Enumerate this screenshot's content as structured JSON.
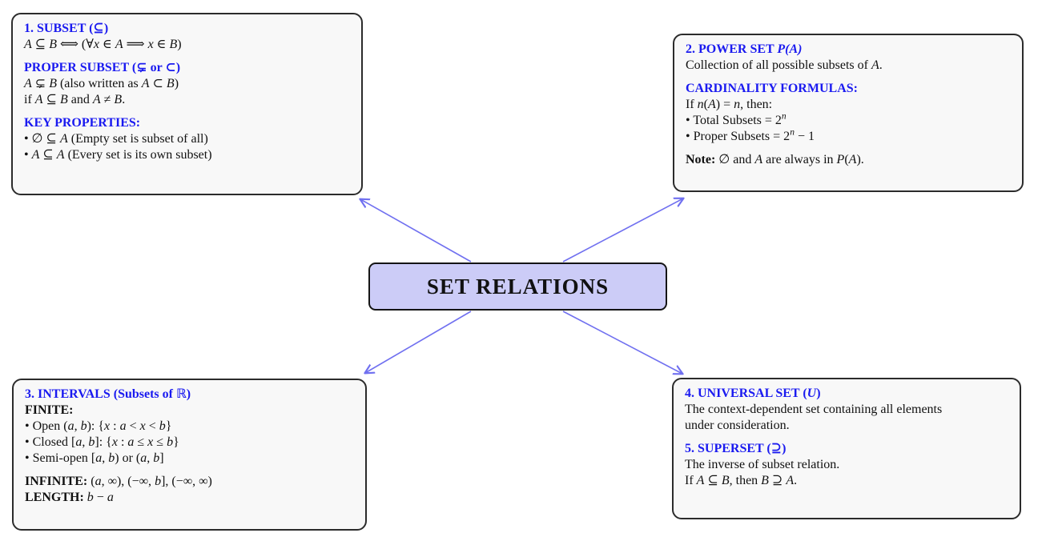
{
  "diagram": {
    "center": {
      "label": "SET RELATIONS"
    },
    "colors": {
      "arrow": "#7070f0",
      "center_fill": "#ccccf7",
      "center_border": "#151515",
      "box_fill": "#f8f8f8",
      "box_border": "#2b2b2b",
      "heading": "#1a1af0",
      "text": "#111111"
    },
    "boxes": [
      {
        "id": "subset",
        "lines": [
          {
            "runs": [
              [
                "1. SUBSET (⊆)",
                "h"
              ]
            ]
          },
          {
            "runs": [
              [
                "A",
                "i"
              ],
              [
                " ⊆ ",
                ""
              ],
              [
                "B",
                "i"
              ],
              [
                "  ⟺  (∀",
                ""
              ],
              [
                "x",
                "i"
              ],
              [
                " ∈ ",
                ""
              ],
              [
                "A",
                "i"
              ],
              [
                "  ⟹  ",
                ""
              ],
              [
                "x",
                "i"
              ],
              [
                " ∈ ",
                ""
              ],
              [
                "B",
                "i"
              ],
              [
                ")",
                ""
              ]
            ]
          },
          {
            "gap": true,
            "runs": [
              [
                "PROPER SUBSET (⊊ or ⊂)",
                "h"
              ]
            ]
          },
          {
            "runs": [
              [
                "A",
                "i"
              ],
              [
                " ⊊ ",
                ""
              ],
              [
                "B",
                "i"
              ],
              [
                " (also written as ",
                ""
              ],
              [
                "A",
                "i"
              ],
              [
                " ⊂ ",
                ""
              ],
              [
                "B",
                "i"
              ],
              [
                ")",
                ""
              ]
            ]
          },
          {
            "runs": [
              [
                "if ",
                ""
              ],
              [
                "A",
                "i"
              ],
              [
                " ⊆ ",
                ""
              ],
              [
                "B",
                "i"
              ],
              [
                " and ",
                ""
              ],
              [
                "A",
                "i"
              ],
              [
                " ≠ ",
                ""
              ],
              [
                "B",
                "i"
              ],
              [
                ".",
                ""
              ]
            ]
          },
          {
            "gap": true,
            "runs": [
              [
                "KEY PROPERTIES:",
                "h"
              ]
            ]
          },
          {
            "runs": [
              [
                "• ∅ ⊆ ",
                ""
              ],
              [
                "A",
                "i"
              ],
              [
                " (Empty set is subset of all)",
                ""
              ]
            ]
          },
          {
            "runs": [
              [
                "• ",
                ""
              ],
              [
                "A",
                "i"
              ],
              [
                " ⊆ ",
                ""
              ],
              [
                "A",
                "i"
              ],
              [
                " (Every set is its own subset)",
                ""
              ]
            ]
          }
        ]
      },
      {
        "id": "powerset",
        "lines": [
          {
            "runs": [
              [
                "2. POWER SET ",
                "h"
              ],
              [
                "P(A)",
                "hi"
              ]
            ]
          },
          {
            "runs": [
              [
                "Collection of all possible subsets of ",
                ""
              ],
              [
                "A",
                "i"
              ],
              [
                ".",
                ""
              ]
            ]
          },
          {
            "gap": true,
            "runs": [
              [
                "CARDINALITY FORMULAS:",
                "h"
              ]
            ]
          },
          {
            "runs": [
              [
                "If ",
                ""
              ],
              [
                "n",
                "i"
              ],
              [
                "(",
                ""
              ],
              [
                "A",
                "i"
              ],
              [
                ") = ",
                ""
              ],
              [
                "n",
                "i"
              ],
              [
                ", then:",
                ""
              ]
            ]
          },
          {
            "runs": [
              [
                "• Total Subsets = 2",
                ""
              ],
              [
                "n",
                "p"
              ]
            ]
          },
          {
            "runs": [
              [
                "• Proper Subsets = 2",
                ""
              ],
              [
                "n",
                "p"
              ],
              [
                " − 1",
                ""
              ]
            ]
          },
          {
            "gap": true,
            "runs": [
              [
                "Note: ",
                "b"
              ],
              [
                "∅ and ",
                ""
              ],
              [
                "A",
                "i"
              ],
              [
                " are always in ",
                ""
              ],
              [
                "P",
                "i"
              ],
              [
                "(",
                ""
              ],
              [
                "A",
                "i"
              ],
              [
                ").",
                ""
              ]
            ]
          }
        ]
      },
      {
        "id": "intervals",
        "lines": [
          {
            "runs": [
              [
                "3. INTERVALS (Subsets of ℝ)",
                "h"
              ]
            ]
          },
          {
            "runs": [
              [
                "FINITE:",
                "b"
              ]
            ]
          },
          {
            "runs": [
              [
                "• Open (",
                ""
              ],
              [
                "a",
                "i"
              ],
              [
                ", ",
                ""
              ],
              [
                "b",
                "i"
              ],
              [
                "):  {",
                ""
              ],
              [
                "x",
                "i"
              ],
              [
                " : ",
                ""
              ],
              [
                "a",
                "i"
              ],
              [
                " < ",
                ""
              ],
              [
                "x",
                "i"
              ],
              [
                " < ",
                ""
              ],
              [
                "b",
                "i"
              ],
              [
                "}",
                ""
              ]
            ]
          },
          {
            "runs": [
              [
                "• Closed [",
                ""
              ],
              [
                "a",
                "i"
              ],
              [
                ", ",
                ""
              ],
              [
                "b",
                "i"
              ],
              [
                "]:  {",
                ""
              ],
              [
                "x",
                "i"
              ],
              [
                " : ",
                ""
              ],
              [
                "a",
                "i"
              ],
              [
                " ≤ ",
                ""
              ],
              [
                "x",
                "i"
              ],
              [
                " ≤ ",
                ""
              ],
              [
                "b",
                "i"
              ],
              [
                "}",
                ""
              ]
            ]
          },
          {
            "runs": [
              [
                "• Semi-open [",
                ""
              ],
              [
                "a",
                "i"
              ],
              [
                ", ",
                ""
              ],
              [
                "b",
                "i"
              ],
              [
                ") or (",
                ""
              ],
              [
                "a",
                "i"
              ],
              [
                ", ",
                ""
              ],
              [
                "b",
                "i"
              ],
              [
                "]",
                ""
              ]
            ]
          },
          {
            "gap": true,
            "runs": [
              [
                "INFINITE: ",
                "b"
              ],
              [
                "(",
                ""
              ],
              [
                "a",
                "i"
              ],
              [
                ", ∞), (−∞, ",
                ""
              ],
              [
                "b",
                "i"
              ],
              [
                "], (−∞, ∞)",
                ""
              ]
            ]
          },
          {
            "runs": [
              [
                "LENGTH: ",
                "b"
              ],
              [
                "b",
                "i"
              ],
              [
                " − ",
                ""
              ],
              [
                "a",
                "i"
              ]
            ]
          }
        ]
      },
      {
        "id": "universal",
        "lines": [
          {
            "runs": [
              [
                "4. UNIVERSAL SET (",
                "h"
              ],
              [
                "U",
                "hi"
              ],
              [
                ")",
                "h"
              ]
            ]
          },
          {
            "runs": [
              [
                "The context-dependent set containing all elements",
                ""
              ]
            ]
          },
          {
            "runs": [
              [
                "under consideration.",
                ""
              ]
            ]
          },
          {
            "gap": true,
            "runs": [
              [
                "5. SUPERSET (⊇)",
                "h"
              ]
            ]
          },
          {
            "runs": [
              [
                "The inverse of subset relation.",
                ""
              ]
            ]
          },
          {
            "runs": [
              [
                "If ",
                ""
              ],
              [
                "A",
                "i"
              ],
              [
                " ⊆ ",
                ""
              ],
              [
                "B",
                "i"
              ],
              [
                ", then ",
                ""
              ],
              [
                "B",
                "i"
              ],
              [
                " ⊇ ",
                ""
              ],
              [
                "A",
                "i"
              ],
              [
                ".",
                ""
              ]
            ]
          }
        ]
      }
    ]
  }
}
